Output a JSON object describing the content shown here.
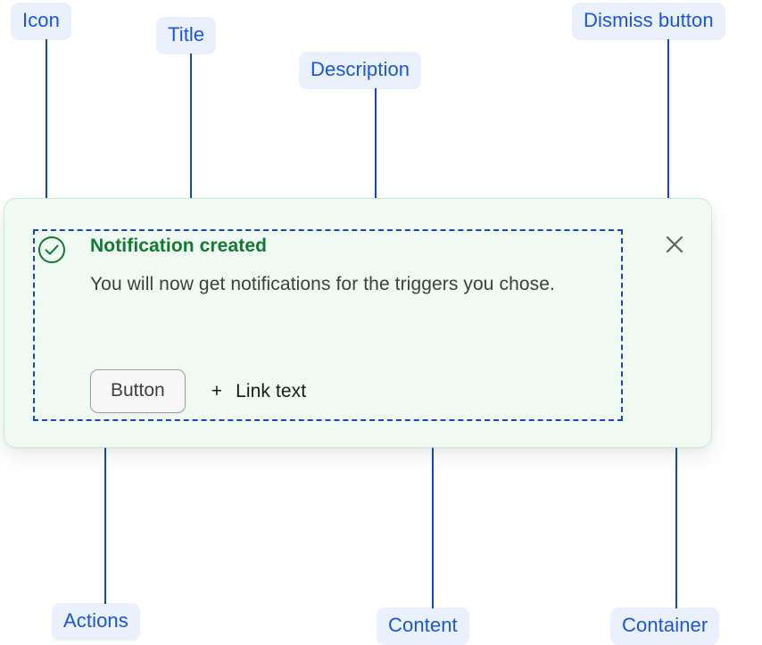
{
  "annotations": [
    {
      "key": "icon",
      "label": "Icon"
    },
    {
      "key": "title",
      "label": "Title"
    },
    {
      "key": "desc",
      "label": "Description"
    },
    {
      "key": "dismiss",
      "label": "Dismiss button"
    },
    {
      "key": "actions",
      "label": "Actions"
    },
    {
      "key": "content",
      "label": "Content"
    },
    {
      "key": "container",
      "label": "Container"
    }
  ],
  "notification": {
    "status_icon": "check-circle-icon",
    "title": "Notification created",
    "description": "You will now get notifications for the triggers you chose.",
    "button_label": "Button",
    "link_plus_icon": "+",
    "link_label": "Link text",
    "dismiss_icon": "close-icon"
  },
  "colors": {
    "annotation_bg": "#eaf1fd",
    "annotation_text": "#1a56db",
    "connector": "#1447c4",
    "card_bg": "#f0f9f2",
    "card_border": "#cfe9d7",
    "success_green": "#117a32",
    "body_text": "#3c4043",
    "button_border": "#9aa0a6",
    "dismiss_gray": "#5f6368"
  }
}
